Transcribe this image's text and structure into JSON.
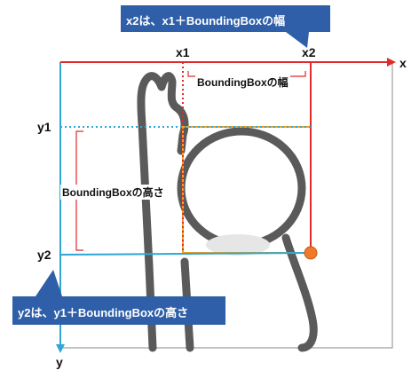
{
  "axes": {
    "x_label": "x",
    "y_label": "y",
    "x_axis_color": "#e02b2b",
    "y_axis_color": "#2ea6d6"
  },
  "markers": {
    "x1": "x1",
    "x2": "x2",
    "y1": "y1",
    "y2": "y2"
  },
  "braces": {
    "width_label": "BoundingBoxの幅",
    "height_label": "BoundingBoxの高さ"
  },
  "callouts": {
    "top": "x2は、x1＋BoundingBoxの幅",
    "bottom": "y2は、y1＋BoundingBoxの高さ",
    "fill_color": "#2e5fa8"
  },
  "bounding_box": {
    "color": "#f0a020",
    "corner_marker_color": "#f07a2a"
  }
}
